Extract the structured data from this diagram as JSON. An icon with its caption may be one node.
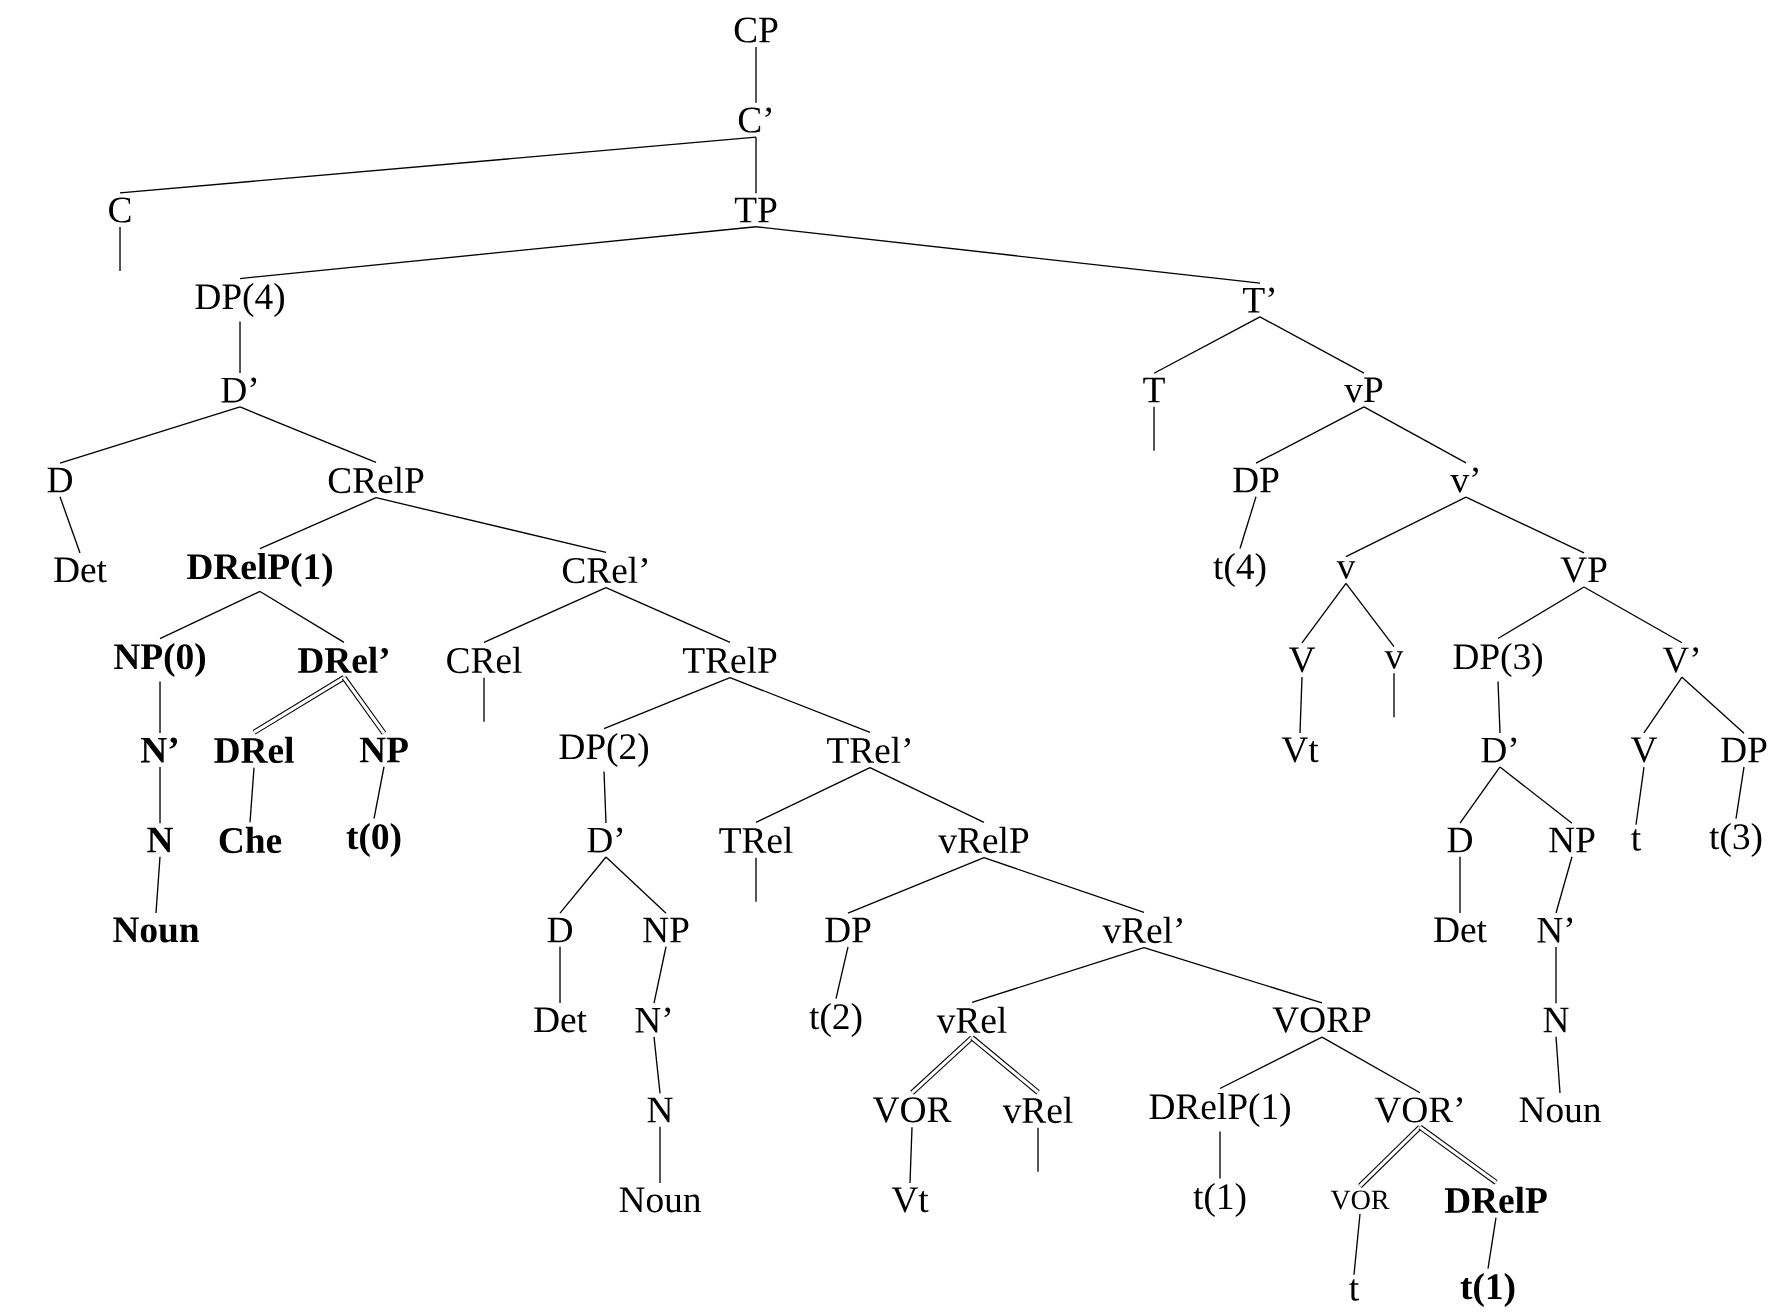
{
  "diagram": {
    "nodes": [
      {
        "text": [
          "CP"
        ]
      },
      {
        "text": [
          "C’"
        ]
      },
      {
        "text": [
          "C"
        ]
      },
      {
        "text": [
          "TP"
        ]
      },
      {
        "text": [
          "DP(4)"
        ]
      },
      {
        "text": [
          "T’"
        ]
      },
      {
        "text": [
          "D’"
        ]
      },
      {
        "text": [
          "T"
        ]
      },
      {
        "text": [
          "vP"
        ]
      },
      {
        "text": [
          "D"
        ]
      },
      {
        "text": [
          "CRelP"
        ]
      },
      {
        "text": [
          "DP"
        ]
      },
      {
        "text": [
          "v’"
        ]
      },
      {
        "text": [
          "Det"
        ]
      },
      {
        "text": [
          "DRelP(1)"
        ]
      },
      {
        "text": [
          "CRel’"
        ]
      },
      {
        "text": [
          "t(4)"
        ]
      },
      {
        "text": [
          "v"
        ]
      },
      {
        "text": [
          "VP"
        ]
      },
      {
        "text": [
          "NP(0)"
        ]
      },
      {
        "text": [
          "DRel’"
        ]
      },
      {
        "text": [
          "CRel"
        ]
      },
      {
        "text": [
          "TRelP"
        ]
      },
      {
        "text": [
          "V"
        ]
      },
      {
        "text": [
          "v"
        ]
      },
      {
        "text": [
          "DP(3)"
        ]
      },
      {
        "text": [
          "V’"
        ]
      },
      {
        "text": [
          "N’"
        ]
      },
      {
        "text": [
          "DRel"
        ]
      },
      {
        "text": [
          "NP"
        ]
      },
      {
        "text": [
          "DP(2)"
        ]
      },
      {
        "text": [
          "TRel’"
        ]
      },
      {
        "text": [
          "Vt"
        ]
      },
      {
        "text": [
          "D’"
        ]
      },
      {
        "text": [
          "V"
        ]
      },
      {
        "text": [
          "DP"
        ]
      },
      {
        "text": [
          "N"
        ]
      },
      {
        "text": [
          "Che"
        ]
      },
      {
        "text": [
          "t(0)"
        ]
      },
      {
        "text": [
          "D’"
        ]
      },
      {
        "text": [
          "TRel"
        ]
      },
      {
        "text": [
          "vRelP"
        ]
      },
      {
        "text": [
          "D"
        ]
      },
      {
        "text": [
          "NP"
        ]
      },
      {
        "text": [
          "t"
        ]
      },
      {
        "text": [
          "t(3)"
        ]
      },
      {
        "text": [
          "Noun"
        ]
      },
      {
        "text": [
          "D"
        ]
      },
      {
        "text": [
          "NP"
        ]
      },
      {
        "text": [
          "DP"
        ]
      },
      {
        "text": [
          "vRel’"
        ]
      },
      {
        "text": [
          "Det"
        ]
      },
      {
        "text": [
          "N’"
        ]
      },
      {
        "text": [
          "Det"
        ]
      },
      {
        "text": [
          "N’"
        ]
      },
      {
        "text": [
          "t(2)"
        ]
      },
      {
        "text": [
          "vRel"
        ]
      },
      {
        "text": [
          "VORP"
        ]
      },
      {
        "text": [
          "N"
        ]
      },
      {
        "text": [
          "N"
        ]
      },
      {
        "text": [
          "VOR"
        ]
      },
      {
        "text": [
          "vRel"
        ]
      },
      {
        "text": [
          "DRelP(1)"
        ]
      },
      {
        "text": [
          "VOR’"
        ]
      },
      {
        "text": [
          "Noun"
        ]
      },
      {
        "text": [
          "Noun"
        ]
      },
      {
        "text": [
          "Vt"
        ]
      },
      {
        "text": [
          "t(1)"
        ]
      },
      {
        "text": [
          "VOR"
        ]
      },
      {
        "text": [
          "DRelP"
        ]
      },
      {
        "text": [
          "t"
        ]
      },
      {
        "text": [
          "t(1)"
        ]
      }
    ],
    "edges": [
      {
        "from": 0,
        "to": 1,
        "arrow": "none"
      },
      {
        "from": 1,
        "to": 2,
        "arrow": "none"
      },
      {
        "from": 1,
        "to": 3,
        "arrow": "none"
      },
      {
        "from": 2,
        "to": null,
        "arrow": "none"
      },
      {
        "from": 3,
        "to": 4,
        "arrow": "none"
      },
      {
        "from": 3,
        "to": 5,
        "arrow": "none"
      },
      {
        "from": 4,
        "to": 6,
        "arrow": "none"
      },
      {
        "from": 5,
        "to": 7,
        "arrow": "none"
      },
      {
        "from": 5,
        "to": 8,
        "arrow": "none"
      },
      {
        "from": 6,
        "to": 9,
        "arrow": "none"
      },
      {
        "from": 6,
        "to": 10,
        "arrow": "none"
      },
      {
        "from": 7,
        "to": null,
        "arrow": "none"
      },
      {
        "from": 8,
        "to": 11,
        "arrow": "none"
      },
      {
        "from": 8,
        "to": 12,
        "arrow": "none"
      },
      {
        "from": 9,
        "to": 13,
        "arrow": "none"
      },
      {
        "from": 10,
        "to": 14,
        "arrow": "none"
      },
      {
        "from": 10,
        "to": 15,
        "arrow": "none"
      },
      {
        "from": 11,
        "to": 16,
        "arrow": "none"
      },
      {
        "from": 12,
        "to": 17,
        "arrow": "none"
      },
      {
        "from": 12,
        "to": 18,
        "arrow": "none"
      },
      {
        "from": 14,
        "to": 19,
        "arrow": "none"
      },
      {
        "from": 14,
        "to": 20,
        "arrow": "none"
      },
      {
        "from": 15,
        "to": 21,
        "arrow": "none"
      },
      {
        "from": 15,
        "to": 22,
        "arrow": "none"
      },
      {
        "from": 17,
        "to": 23,
        "arrow": "none"
      },
      {
        "from": 17,
        "to": 24,
        "arrow": "none"
      },
      {
        "from": 18,
        "to": 25,
        "arrow": "none"
      },
      {
        "from": 18,
        "to": 26,
        "arrow": "none"
      },
      {
        "from": 19,
        "to": 27,
        "arrow": "none"
      },
      {
        "from": 20,
        "to": 28,
        "arrow": "none",
        "style": "thick"
      },
      {
        "from": 20,
        "to": 29,
        "arrow": "none",
        "style": "thick"
      },
      {
        "from": 21,
        "to": null,
        "arrow": "none"
      },
      {
        "from": 22,
        "to": 30,
        "arrow": "none"
      },
      {
        "from": 22,
        "to": 31,
        "arrow": "none"
      },
      {
        "from": 23,
        "to": 32,
        "arrow": "none"
      },
      {
        "from": 24,
        "to": null,
        "arrow": "none"
      },
      {
        "from": 25,
        "to": 33,
        "arrow": "none"
      },
      {
        "from": 26,
        "to": 34,
        "arrow": "none"
      },
      {
        "from": 26,
        "to": 35,
        "arrow": "none"
      },
      {
        "from": 27,
        "to": 36,
        "arrow": "none"
      },
      {
        "from": 28,
        "to": 37,
        "arrow": "none"
      },
      {
        "from": 29,
        "to": 38,
        "arrow": "none"
      },
      {
        "from": 30,
        "to": 39,
        "arrow": "none"
      },
      {
        "from": 31,
        "to": 40,
        "arrow": "none"
      },
      {
        "from": 31,
        "to": 41,
        "arrow": "none"
      },
      {
        "from": 33,
        "to": 42,
        "arrow": "none"
      },
      {
        "from": 33,
        "to": 43,
        "arrow": "none"
      },
      {
        "from": 34,
        "to": 44,
        "arrow": "none"
      },
      {
        "from": 35,
        "to": 45,
        "arrow": "none"
      },
      {
        "from": 36,
        "to": 46,
        "arrow": "none"
      },
      {
        "from": 39,
        "to": 47,
        "arrow": "none"
      },
      {
        "from": 39,
        "to": 48,
        "arrow": "none"
      },
      {
        "from": 40,
        "to": null,
        "arrow": "none"
      },
      {
        "from": 41,
        "to": 49,
        "arrow": "none"
      },
      {
        "from": 41,
        "to": 50,
        "arrow": "none"
      },
      {
        "from": 42,
        "to": 51,
        "arrow": "none"
      },
      {
        "from": 43,
        "to": 52,
        "arrow": "none"
      },
      {
        "from": 47,
        "to": 53,
        "arrow": "none"
      },
      {
        "from": 48,
        "to": 54,
        "arrow": "none"
      },
      {
        "from": 49,
        "to": 55,
        "arrow": "none"
      },
      {
        "from": 50,
        "to": 56,
        "arrow": "none"
      },
      {
        "from": 50,
        "to": 57,
        "arrow": "none"
      },
      {
        "from": 52,
        "to": 58,
        "arrow": "none"
      },
      {
        "from": 54,
        "to": 59,
        "arrow": "none"
      },
      {
        "from": 56,
        "to": 60,
        "arrow": "none",
        "style": "thick"
      },
      {
        "from": 56,
        "to": 61,
        "arrow": "none",
        "style": "thick"
      },
      {
        "from": 57,
        "to": 62,
        "arrow": "none"
      },
      {
        "from": 57,
        "to": 63,
        "arrow": "none"
      },
      {
        "from": 58,
        "to": 64,
        "arrow": "none"
      },
      {
        "from": 59,
        "to": 65,
        "arrow": "none"
      },
      {
        "from": 60,
        "to": 66,
        "arrow": "none"
      },
      {
        "from": 61,
        "to": null,
        "arrow": "none"
      },
      {
        "from": 62,
        "to": 67,
        "arrow": "none"
      },
      {
        "from": 63,
        "to": 68,
        "arrow": "none",
        "style": "thick"
      },
      {
        "from": 63,
        "to": 69,
        "arrow": "none",
        "style": "thick"
      },
      {
        "from": 68,
        "to": 70,
        "arrow": "none"
      },
      {
        "from": 69,
        "to": 71,
        "arrow": "none"
      }
    ]
  }
}
